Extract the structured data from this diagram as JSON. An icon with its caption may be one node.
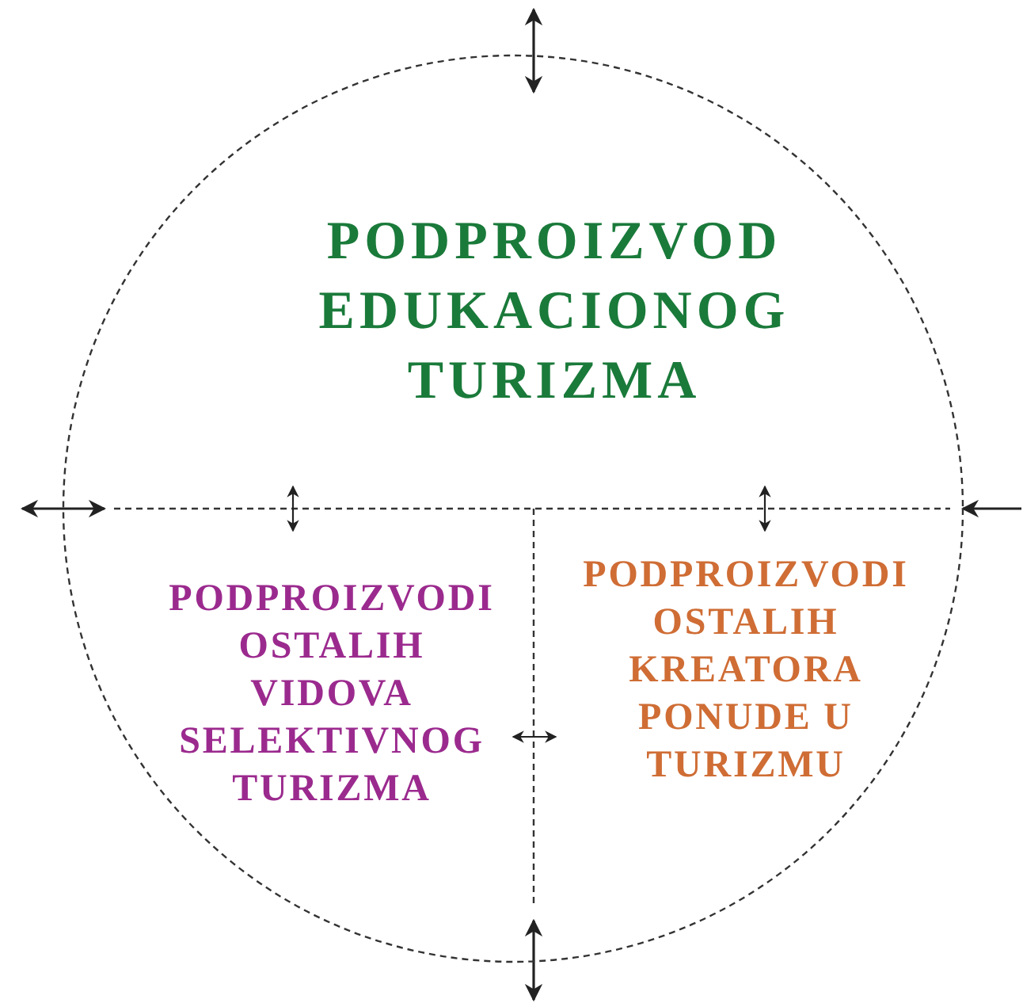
{
  "diagram": {
    "nodes": [
      {
        "text": [],
        "shape": "circle"
      },
      {
        "text": [
          "PODPROIZVOD EDUKACIONOG TURIZMA"
        ],
        "in": 0
      },
      {
        "text": [
          "PODPROIZVODI OSTALIH VIDOVA SELEKTIVNOG TURIZMA"
        ],
        "in": 0
      },
      {
        "text": [
          "PODPROIZVODI OSTALIH KREATORA PONUDE U TURIZMU"
        ],
        "in": 0
      }
    ],
    "edges": [
      {
        "from": 2,
        "to": 3,
        "arrow": "both"
      }
    ]
  }
}
